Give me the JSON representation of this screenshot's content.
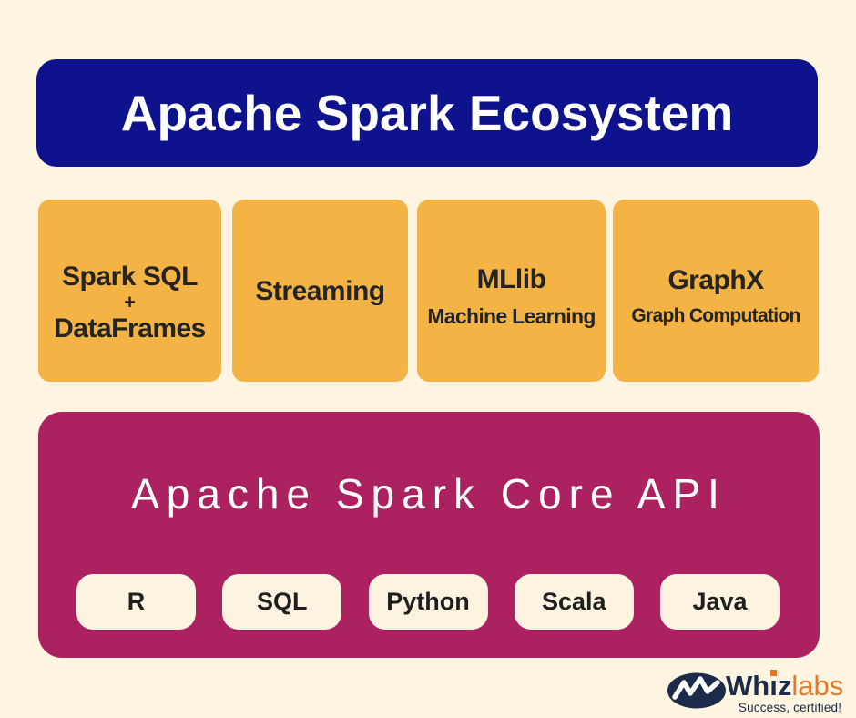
{
  "colors": {
    "background": "#FDF5E2",
    "header_bg": "#0E138D",
    "component_bg": "#F4B445",
    "component_text": "#242424",
    "core_bg": "#AC2260",
    "core_text": "#FFFFFF",
    "pill_bg": "#FCF4E0",
    "pill_text": "#1F1F1F",
    "logo_navy": "#1C2B4A",
    "logo_orange": "#E87725"
  },
  "header": {
    "title": "Apache Spark Ecosystem"
  },
  "components": {
    "spark_sql": {
      "line1": "Spark SQL",
      "plus": "+",
      "line2": "DataFrames"
    },
    "streaming": {
      "label": "Streaming"
    },
    "mllib": {
      "title": "MLlib",
      "subtitle": "Machine Learning"
    },
    "graphx": {
      "title": "GraphX",
      "subtitle": "Graph Computation"
    }
  },
  "core": {
    "title": "Apache Spark Core API",
    "languages": [
      "R",
      "SQL",
      "Python",
      "Scala",
      "Java"
    ]
  },
  "logo": {
    "brand_wh": "Wh",
    "brand_i": "ı",
    "brand_z": "z",
    "brand_labs": "labs",
    "tagline": "Success, certified!"
  }
}
